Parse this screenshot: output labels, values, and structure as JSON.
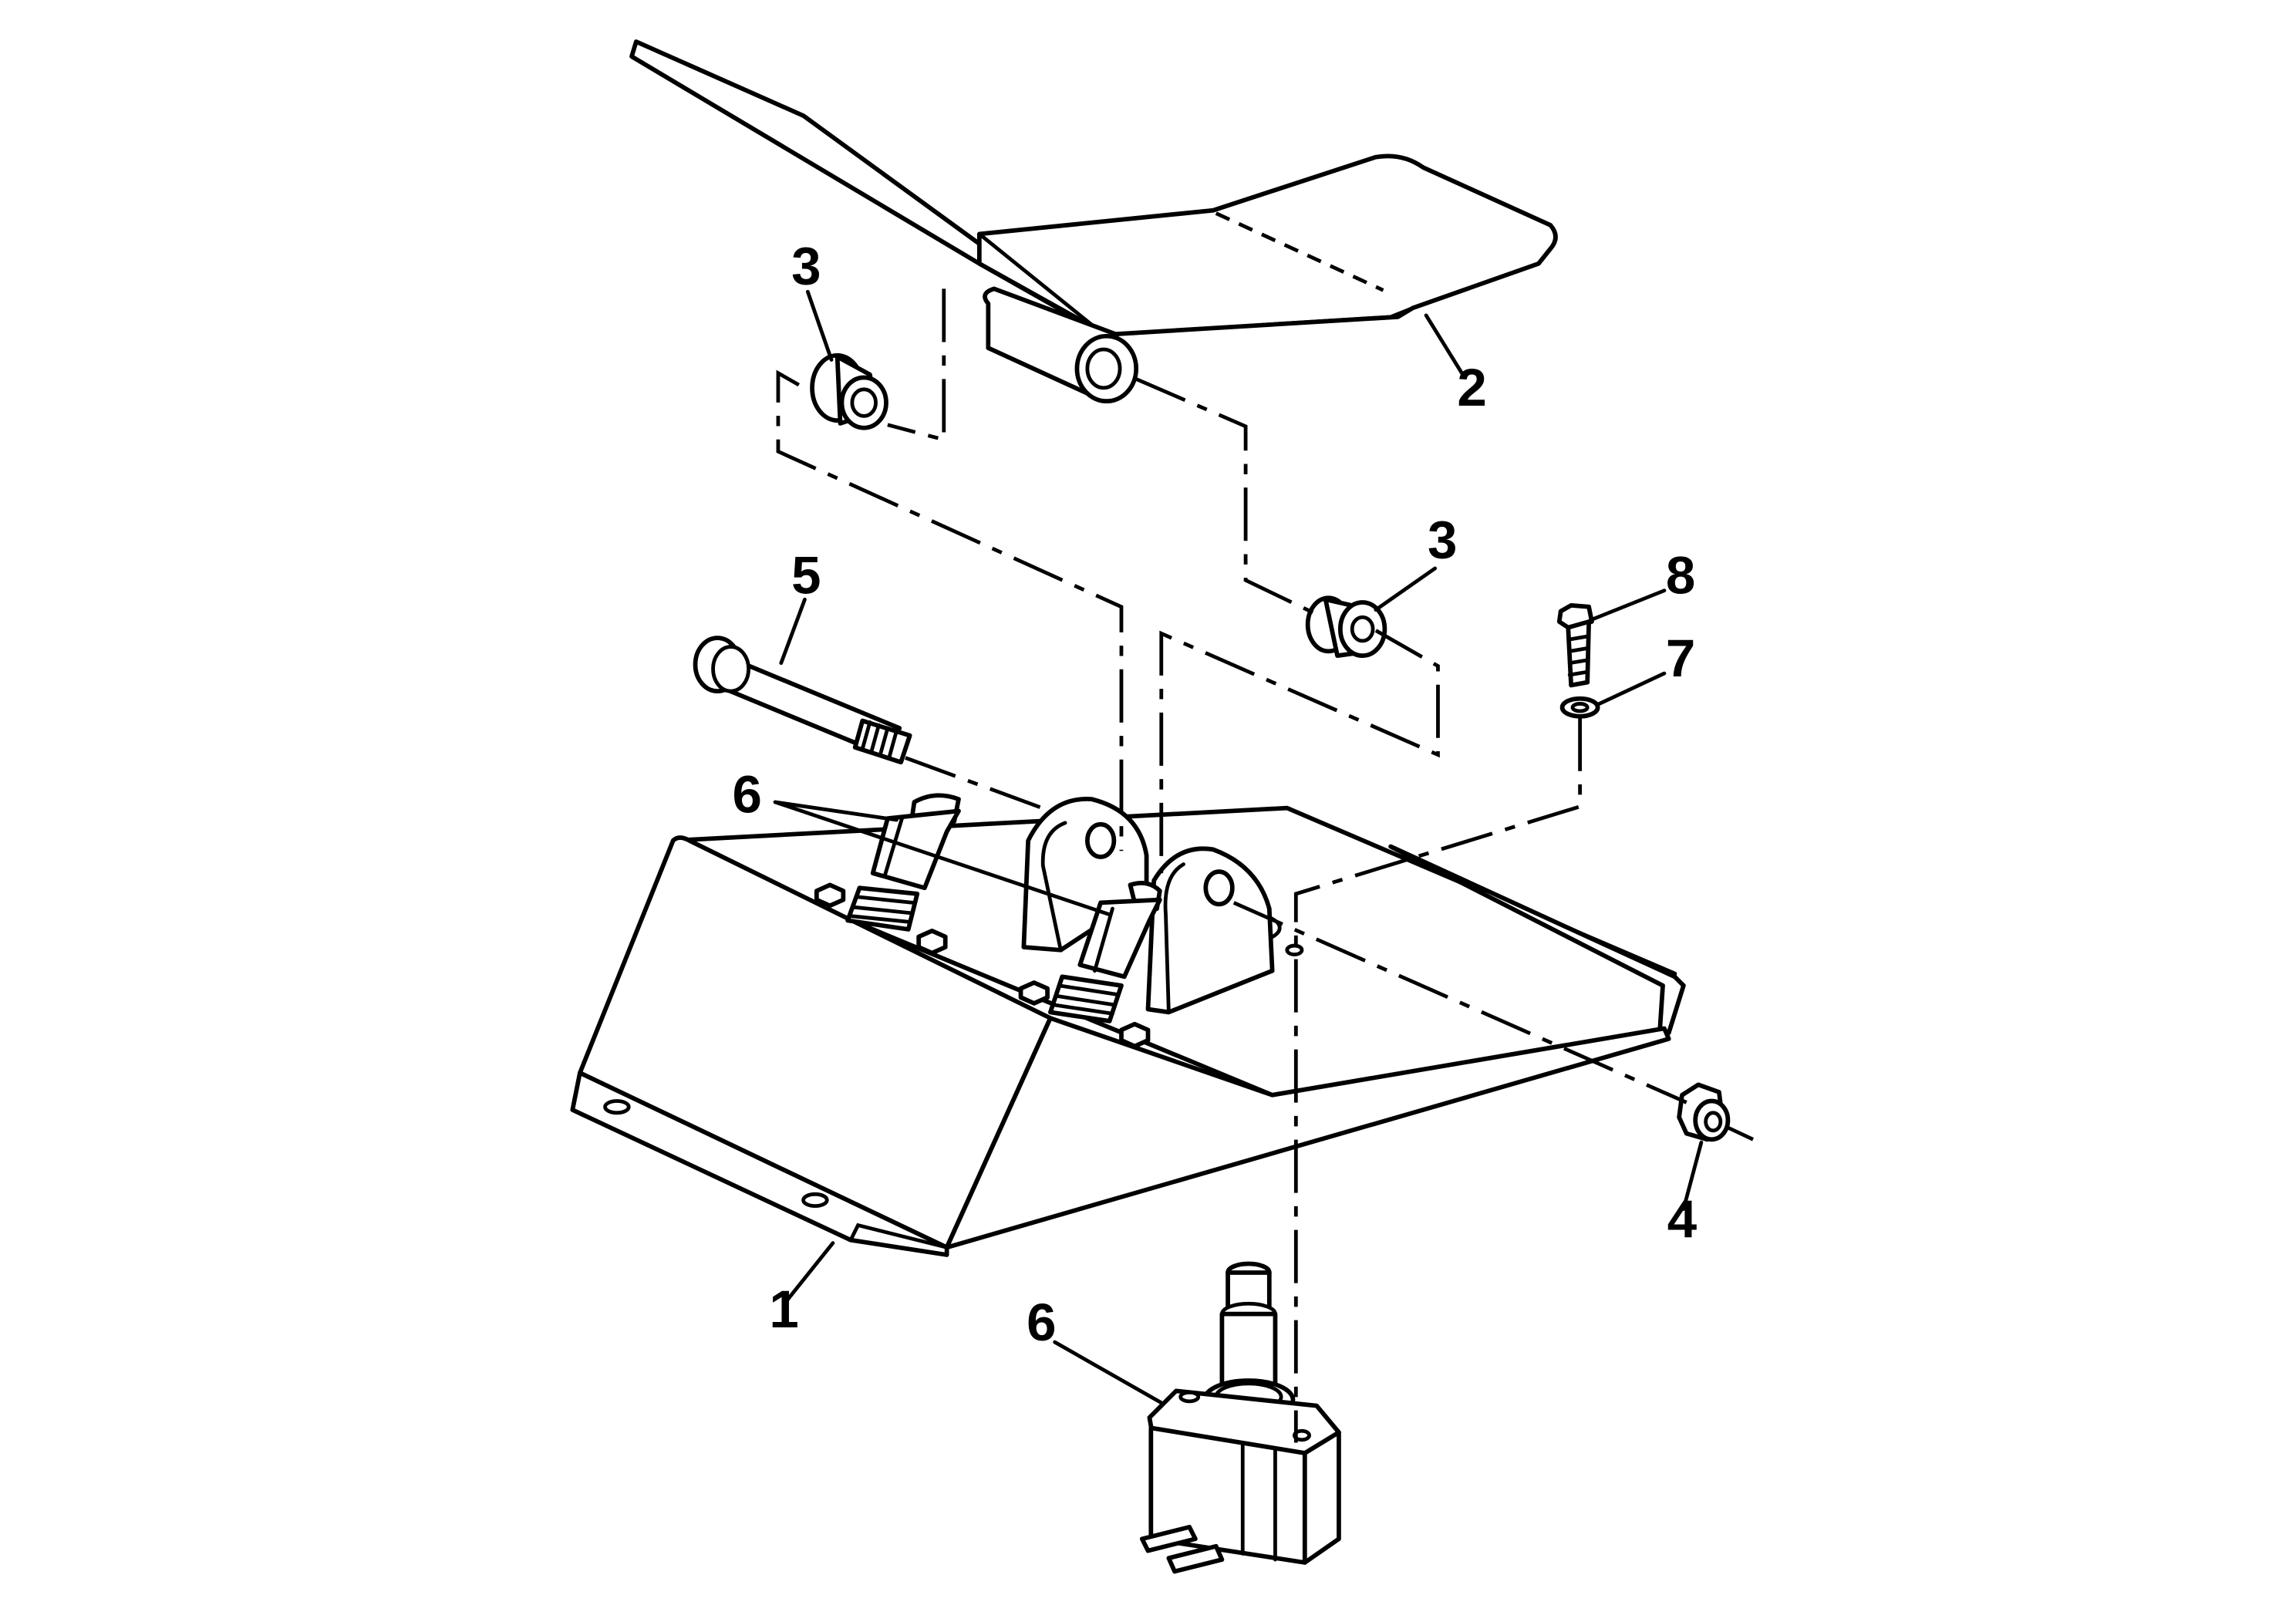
{
  "callouts": {
    "base": "1",
    "pedal": "2",
    "bushing_upper": "3",
    "bushing_lower": "3",
    "nut": "4",
    "pivot_pin": "5",
    "switch_upper": "6",
    "switch_lower": "6",
    "washer": "7",
    "screw": "8"
  },
  "colors": {
    "line": "#000000",
    "fill": "#ffffff"
  }
}
